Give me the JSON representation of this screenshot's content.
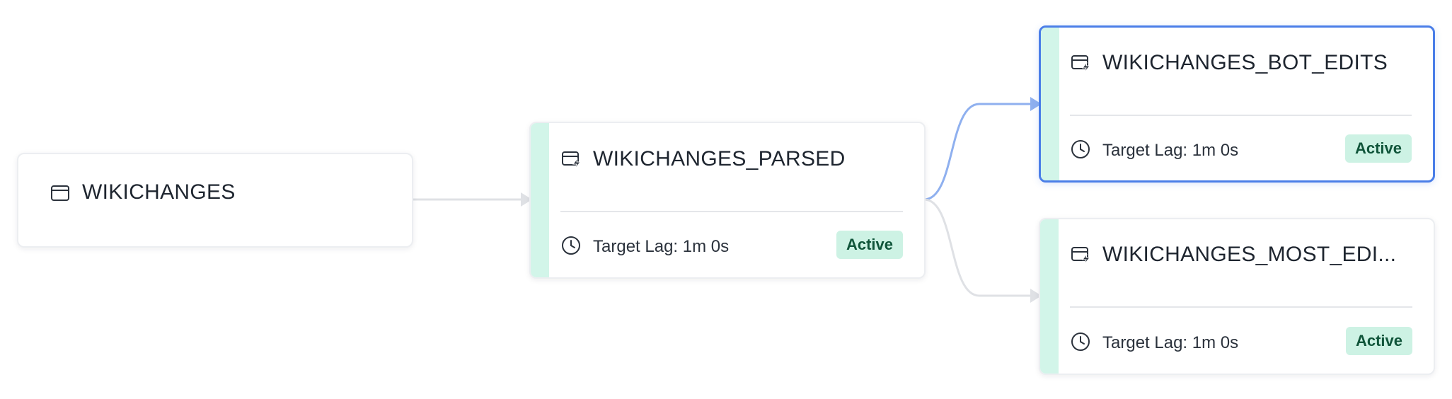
{
  "colors": {
    "dynamic_accent": "#d2f5e9",
    "badge_bg": "#cdf2e4",
    "badge_text": "#10553a",
    "selected_border": "#4a7ee8",
    "edge_highlight": "#8fb0ef",
    "edge_default": "#dfe1e5"
  },
  "nodes": [
    {
      "name": "WIKICHANGES",
      "icon": "table-icon",
      "kind": "table"
    },
    {
      "name": "WIKICHANGES_PARSED",
      "icon": "dynamic-table-icon",
      "kind": "dynamic-table",
      "lag_label": "Target Lag: 1m 0s",
      "status": "Active"
    },
    {
      "name": "WIKICHANGES_BOT_EDITS",
      "icon": "dynamic-table-icon",
      "kind": "dynamic-table",
      "lag_label": "Target Lag: 1m 0s",
      "status": "Active",
      "selected": true
    },
    {
      "name": "WIKICHANGES_MOST_EDI...",
      "icon": "dynamic-table-icon",
      "kind": "dynamic-table",
      "lag_label": "Target Lag: 1m 0s",
      "status": "Active"
    }
  ],
  "edges": [
    {
      "from": "WIKICHANGES",
      "to": "WIKICHANGES_PARSED",
      "highlighted": false
    },
    {
      "from": "WIKICHANGES_PARSED",
      "to": "WIKICHANGES_BOT_EDITS",
      "highlighted": true
    },
    {
      "from": "WIKICHANGES_PARSED",
      "to": "WIKICHANGES_MOST_EDI...",
      "highlighted": false
    }
  ]
}
